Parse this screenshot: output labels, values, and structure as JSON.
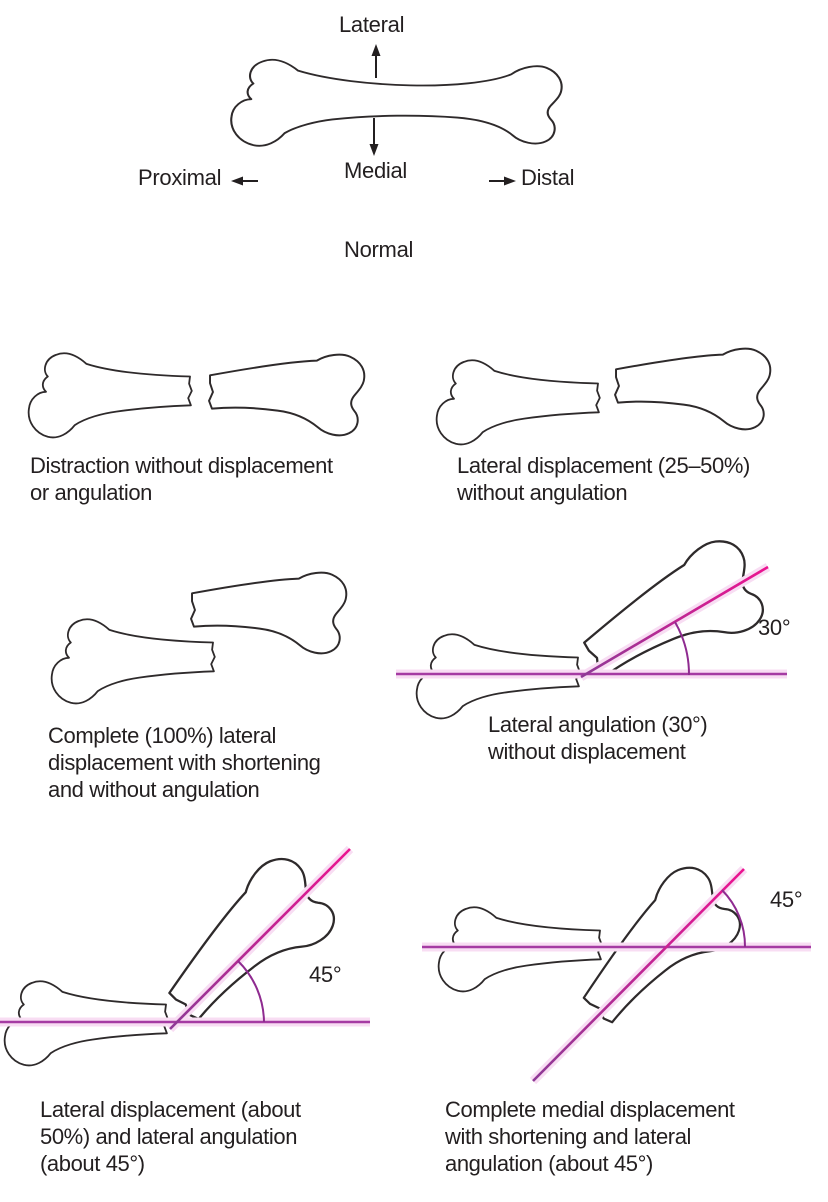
{
  "orientation": {
    "lateral": "Lateral",
    "medial": "Medial",
    "proximal": "Proximal",
    "distal": "Distal",
    "caption": "Normal"
  },
  "panels": [
    {
      "id": "distraction",
      "lines": [
        "Distraction without displacement",
        "or angulation"
      ]
    },
    {
      "id": "lateral-displacement-partial",
      "lines": [
        "Lateral displacement (25–50%)",
        "without angulation"
      ]
    },
    {
      "id": "complete-lateral-displacement",
      "lines": [
        "Complete (100%) lateral",
        "displacement with shortening",
        "and without angulation"
      ]
    },
    {
      "id": "lateral-angulation",
      "lines": [
        "Lateral angulation (30°)",
        "without displacement"
      ],
      "angle_label": "30°"
    },
    {
      "id": "lateral-displacement-and-angulation",
      "lines": [
        "Lateral displacement (about",
        "50%) and lateral angulation",
        "(about 45°)"
      ],
      "angle_label": "45°"
    },
    {
      "id": "complete-medial-displacement",
      "lines": [
        "Complete medial displacement",
        "with shortening and lateral",
        "angulation (about 45°)"
      ],
      "angle_label": "45°"
    }
  ],
  "colors": {
    "text": "#231f20",
    "bone_outline": "#2e2a2b",
    "angle_pink": "#ec1390",
    "angle_purple": "#8e3a96",
    "baseline_purple": "#a53ba3",
    "arc_purple": "#8f2b90",
    "glow_pink": "#f8ddf3"
  }
}
